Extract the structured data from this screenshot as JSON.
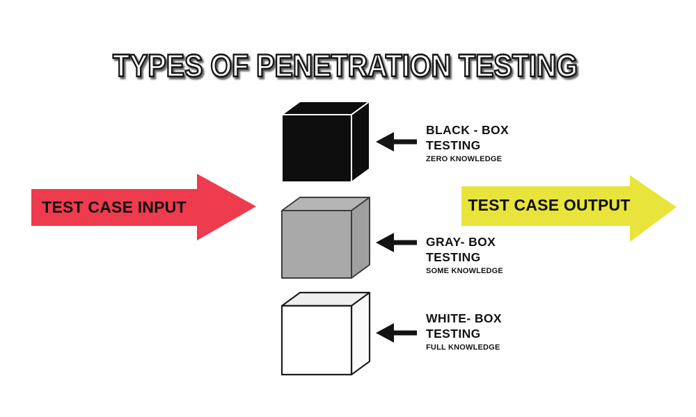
{
  "title": "TYPES OF PENETRATION TESTING",
  "colors": {
    "background": "#FFFFFF",
    "input_arrow": "#EE3B4D",
    "output_arrow": "#E8E43C",
    "black_cube": "#0E0E0E",
    "gray_cube": "#A9A9A9",
    "white_cube": "#FFFFFF",
    "pointer_arrow": "#131313",
    "text": "#131313"
  },
  "input_arrow": {
    "label": "TEST CASE INPUT",
    "icon": "right-arrow-icon"
  },
  "output_arrow": {
    "label": "TEST CASE OUTPUT",
    "icon": "right-arrow-icon"
  },
  "items": [
    {
      "cube": "black-cube",
      "pointer_icon": "left-arrow-icon",
      "name": "BLACK - BOX",
      "line2": "TESTING",
      "knowledge": "ZERO KNOWLEDGE"
    },
    {
      "cube": "gray-cube",
      "pointer_icon": "left-arrow-icon",
      "name": "GRAY- BOX",
      "line2": "TESTING",
      "knowledge": "SOME KNOWLEDGE"
    },
    {
      "cube": "white-cube",
      "pointer_icon": "left-arrow-icon",
      "name": "WHITE- BOX",
      "line2": "TESTING",
      "knowledge": "FULL KNOWLEDGE"
    }
  ]
}
